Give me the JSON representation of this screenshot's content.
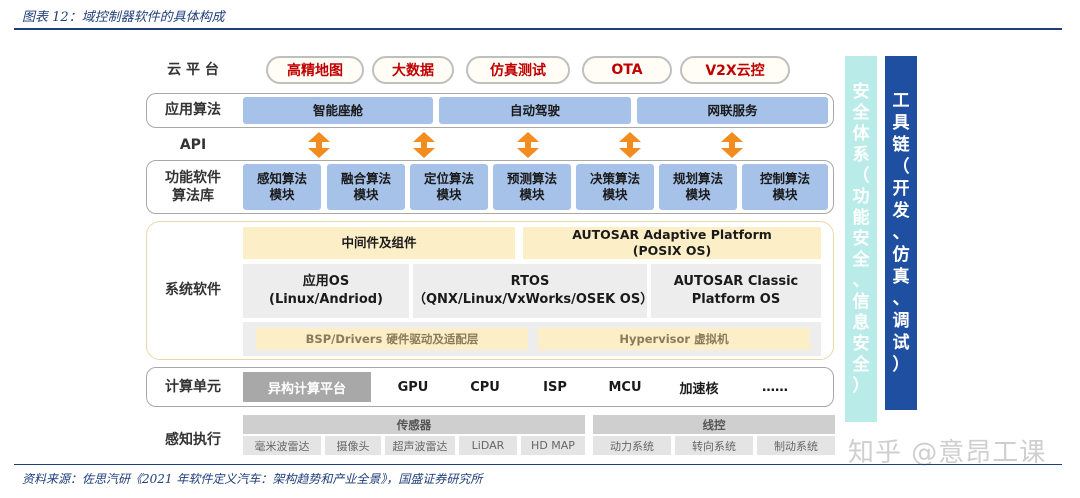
{
  "header": {
    "figure_title": "图表 12：域控制器软件的具体构成"
  },
  "rows": {
    "cloud": {
      "label": "云 平 台",
      "items": [
        "高精地图",
        "大数据",
        "仿真测试",
        "OTA",
        "V2X云控"
      ]
    },
    "app": {
      "label": "应用算法",
      "items": [
        "智能座舱",
        "自动驾驶",
        "网联服务"
      ]
    },
    "api": {
      "label": "API"
    },
    "func": {
      "label": [
        "功能软件",
        "算法库"
      ],
      "items": [
        [
          "感知算法",
          "模块"
        ],
        [
          "融合算法",
          "模块"
        ],
        [
          "定位算法",
          "模块"
        ],
        [
          "预测算法",
          "模块"
        ],
        [
          "决策算法",
          "模块"
        ],
        [
          "规划算法",
          "模块"
        ],
        [
          "控制算法",
          "模块"
        ]
      ]
    },
    "system": {
      "label": "系统软件",
      "middleware": "中间件及组件",
      "autosar_adaptive": [
        "AUTOSAR Adaptive Platform",
        "(POSIX OS)"
      ],
      "app_os": [
        "应用OS",
        "(Linux/Andriod)"
      ],
      "rtos": [
        "RTOS",
        "（QNX/Linux/VxWorks/OSEK OS）"
      ],
      "autosar_classic": [
        "AUTOSAR Classic",
        "Platform OS"
      ],
      "bsp": "BSP/Drivers 硬件驱动及适配层",
      "hypervisor": "Hypervisor 虚拟机"
    },
    "compute": {
      "label": "计算单元",
      "items": [
        "异构计算平台",
        "GPU",
        "CPU",
        "ISP",
        "MCU",
        "加速核",
        "……"
      ]
    },
    "sense": {
      "label": "感知执行",
      "sensor_head": "传感器",
      "sensors": [
        "毫米波雷达",
        "摄像头",
        "超声波雷达",
        "LiDAR",
        "HD MAP"
      ],
      "actuator_head": "线控",
      "actuators": [
        "动力系统",
        "转向系统",
        "制动系统"
      ]
    }
  },
  "side": {
    "safety": [
      "安",
      "全",
      "体",
      "系",
      "（",
      "功",
      "能",
      "安",
      "全",
      "、",
      "信",
      "息",
      "安",
      "全",
      "）"
    ],
    "toolchain": [
      "工",
      "具",
      "链",
      "（",
      "开",
      "发",
      "、",
      "仿",
      "真",
      "、",
      "调",
      "试",
      "）"
    ]
  },
  "watermark": "知乎 @意昂工课",
  "footer": {
    "source": "资料来源：佐思汽研《2021 年软件定义汽车：架构趋势和产业全景》，国盛证券研究所"
  },
  "colors": {
    "accent_blue": "#1f4fa1",
    "arrow_orange": "#f28c1e",
    "cloud_text": "#c00000",
    "safety_teal": "#b9ece9"
  }
}
